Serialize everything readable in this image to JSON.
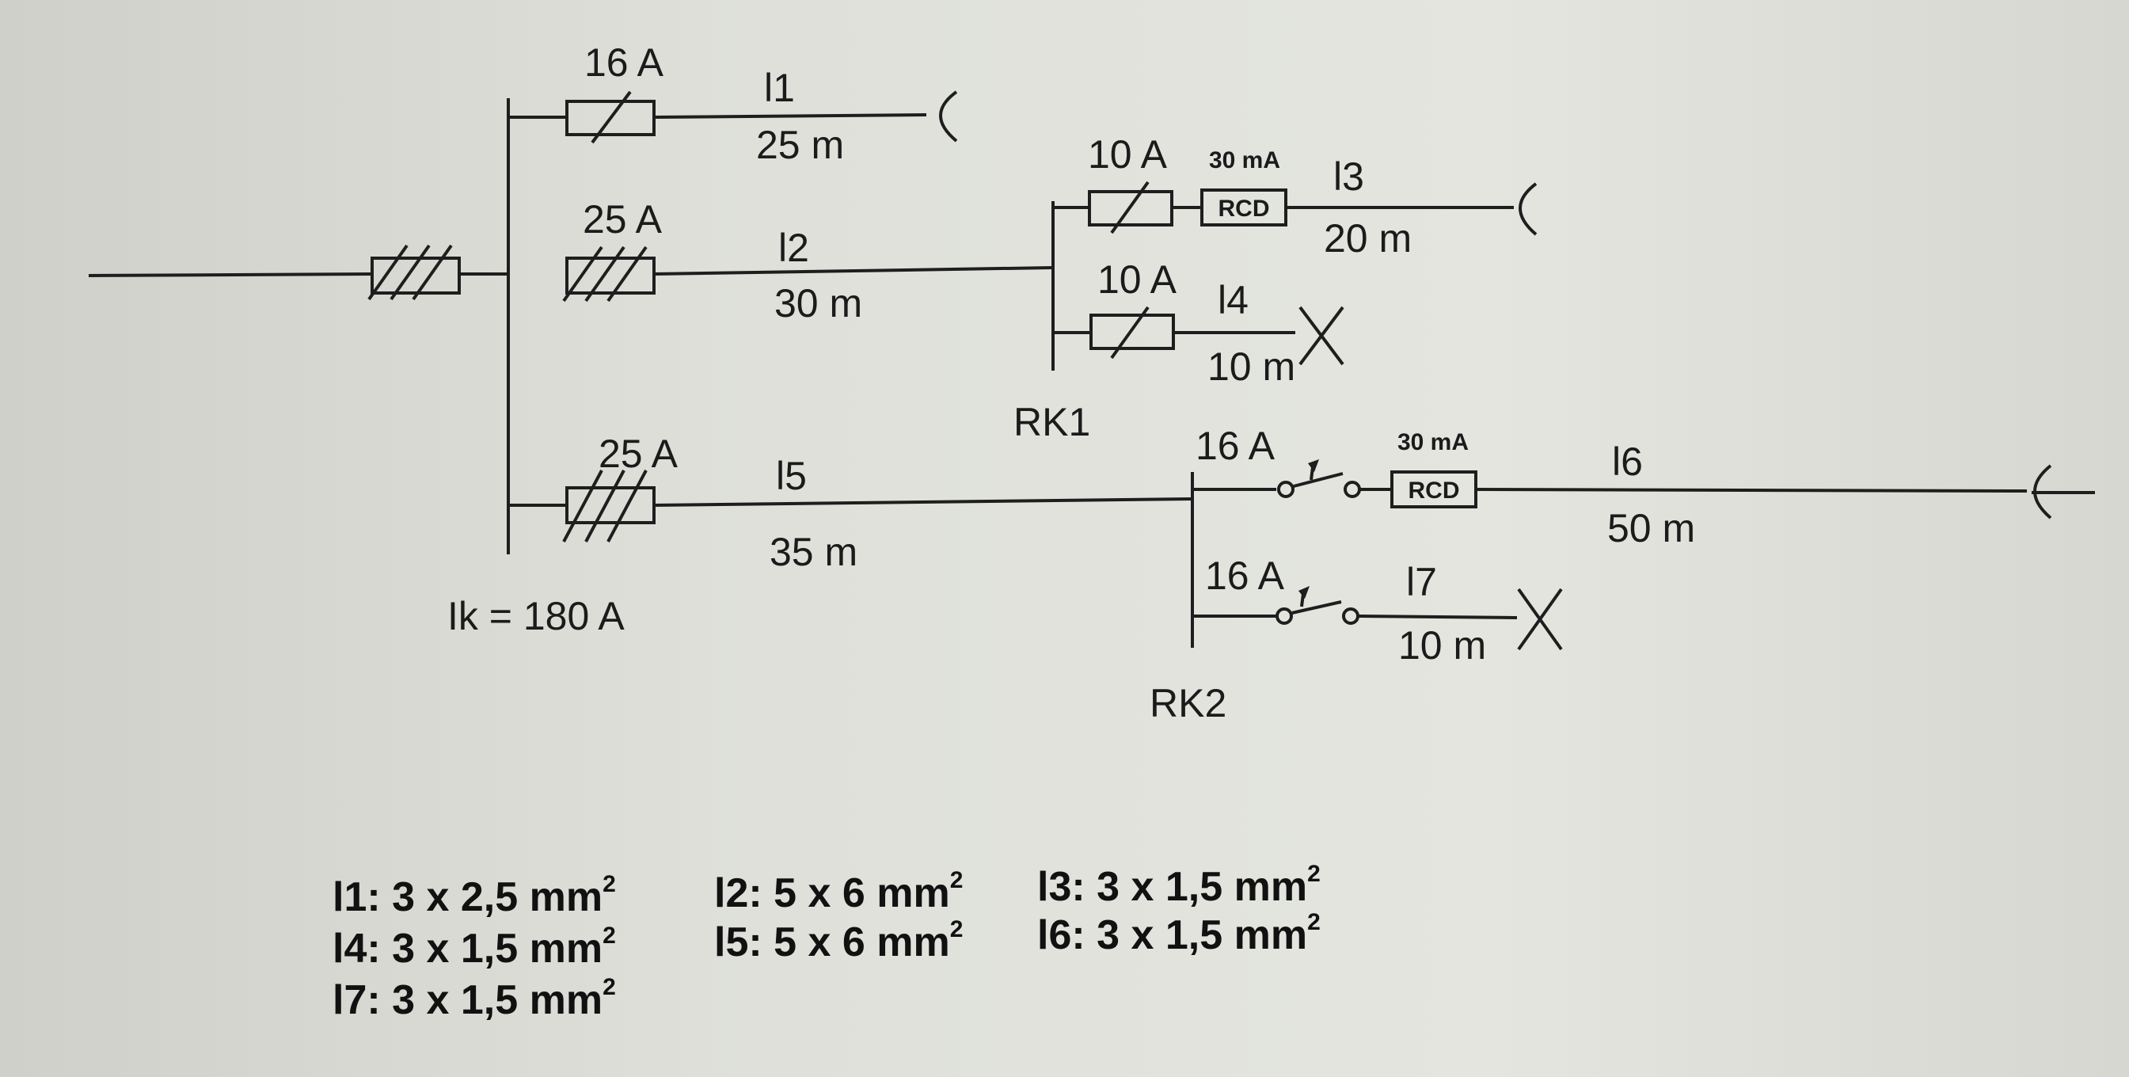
{
  "fuses": {
    "main": "",
    "f1": "16 A",
    "f2": "25 A",
    "f5": "25 A",
    "f3": "10 A",
    "f4": "10 A",
    "b6": "16 A",
    "b7": "16 A"
  },
  "rcd": {
    "r3_rating": "30 mA",
    "r3_label": "RCD",
    "r6_rating": "30 mA",
    "r6_label": "RCD"
  },
  "cables": {
    "l1": {
      "name": "l1",
      "length": "25 m"
    },
    "l2": {
      "name": "l2",
      "length": "30 m"
    },
    "l3": {
      "name": "l3",
      "length": "20 m"
    },
    "l4": {
      "name": "l4",
      "length": "10 m"
    },
    "l5": {
      "name": "l5",
      "length": "35 m"
    },
    "l6": {
      "name": "l6",
      "length": "50 m"
    },
    "l7": {
      "name": "l7",
      "length": "10 m"
    }
  },
  "nodes": {
    "rk1": "RK1",
    "rk2": "RK2",
    "ik": "Ik = 180 A"
  },
  "legend": {
    "l1": {
      "text": "l1: 3 x 2,5 mm",
      "sup": "2"
    },
    "l2": {
      "text": "l2: 5 x 6 mm",
      "sup": "2"
    },
    "l3": {
      "text": "l3: 3 x 1,5 mm",
      "sup": "2"
    },
    "l4": {
      "text": "l4: 3 x 1,5 mm",
      "sup": "2"
    },
    "l5": {
      "text": "l5: 5 x 6 mm",
      "sup": "2"
    },
    "l6": {
      "text": "l6: 3 x 1,5 mm",
      "sup": "2"
    },
    "l7": {
      "text": "l7: 3 x 1,5 mm",
      "sup": "2"
    }
  }
}
